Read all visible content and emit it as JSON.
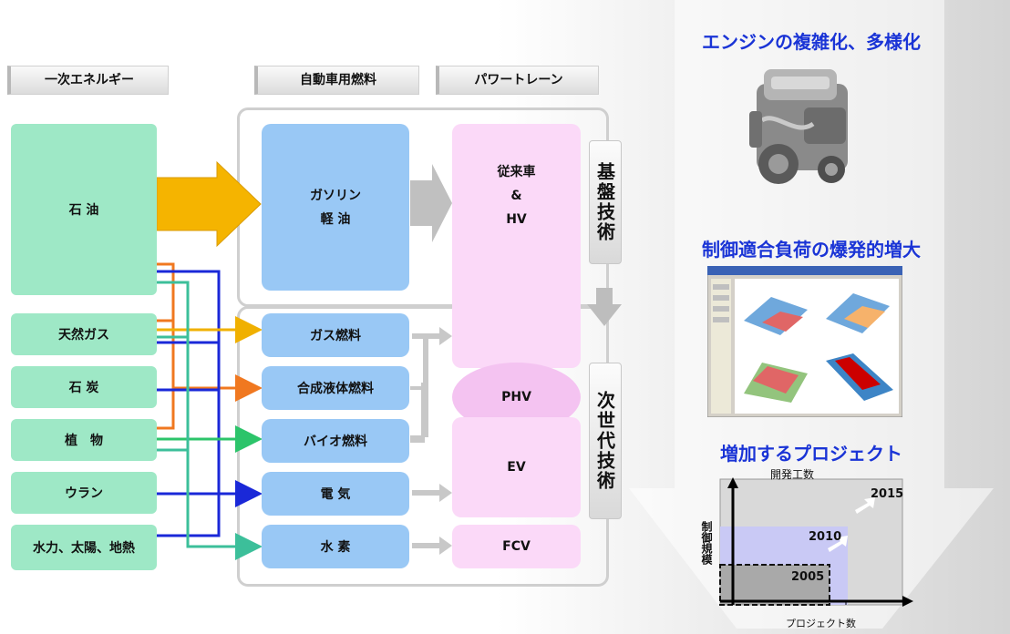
{
  "headers": {
    "primary_energy": "一次エネルギー",
    "auto_fuel": "自動車用燃料",
    "powertrain": "パワートレーン"
  },
  "energies": [
    "石 油",
    "天然ガス",
    "石 炭",
    "植　物",
    "ウラン",
    "水力、太陽、地熱"
  ],
  "fuels": {
    "gasoline": "ガソリン\n軽 油",
    "list": [
      "ガス燃料",
      "合成液体燃料",
      "バイオ燃料",
      "電 気",
      "水 素"
    ]
  },
  "powertrains": {
    "conventional": "従来車\n&\nHV",
    "phv": "PHV",
    "ev": "EV",
    "fcv": "FCV"
  },
  "tech": {
    "base": "基盤技術",
    "next": "次世代技術"
  },
  "right": {
    "engine_title": "エンジンの複雑化、多様化",
    "control_title": "制御適合負荷の爆発的増大",
    "project_title": "増加するプロジェクト",
    "chart": {
      "y_top_label": "開発工数",
      "y_side_label": "制御規模",
      "x_label": "プロジェクト数",
      "years": [
        "2015",
        "2010",
        "2005"
      ]
    }
  },
  "colors": {
    "green_box": "#9ee8c6",
    "blue_box": "#99c8f5",
    "pink_box": "#fbd9f8",
    "title_blue": "#1a34d6",
    "arrow_orange": "#f07820",
    "arrow_blue": "#1a28d8",
    "arrow_green": "#2cc46a",
    "arrow_yellow": "#f0b000",
    "arrow_teal": "#3cbf9a"
  }
}
